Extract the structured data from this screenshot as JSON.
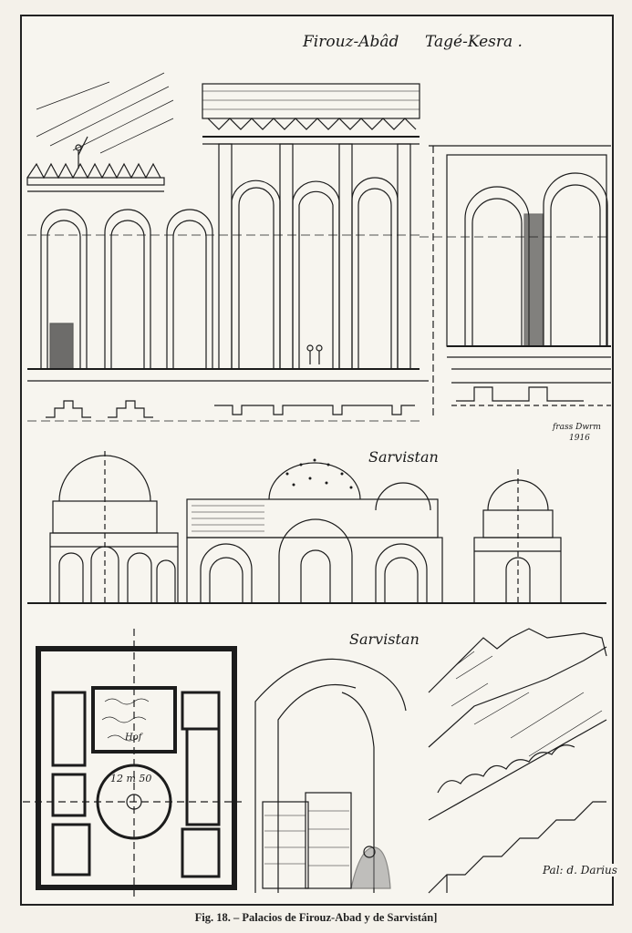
{
  "labels": {
    "firouz_abad": "Firouz-Abâd",
    "tage_kesra": "Tagé-Kesra .",
    "sarvistan_top": "Sarvistan",
    "sarvistan_bottom": "Sarvistan",
    "hof": "Hof",
    "dimension": "12 m 50",
    "palace_darius": "Pal: d. Darius",
    "signature": "frass Dwrm",
    "signature_year": "1916"
  },
  "caption": "Fig. 18. – Palacios de Firouz-Abad y de Sarvistán]"
}
